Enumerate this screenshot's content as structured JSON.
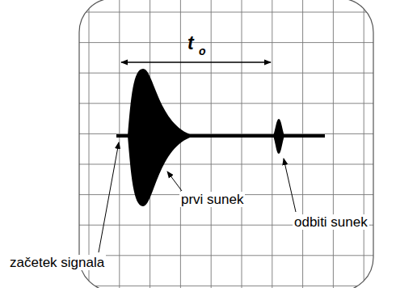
{
  "diagram": {
    "labels": [
      "t",
      "o",
      "prvi sunek",
      "odbiti sunek",
      "začetek signala"
    ]
  }
}
